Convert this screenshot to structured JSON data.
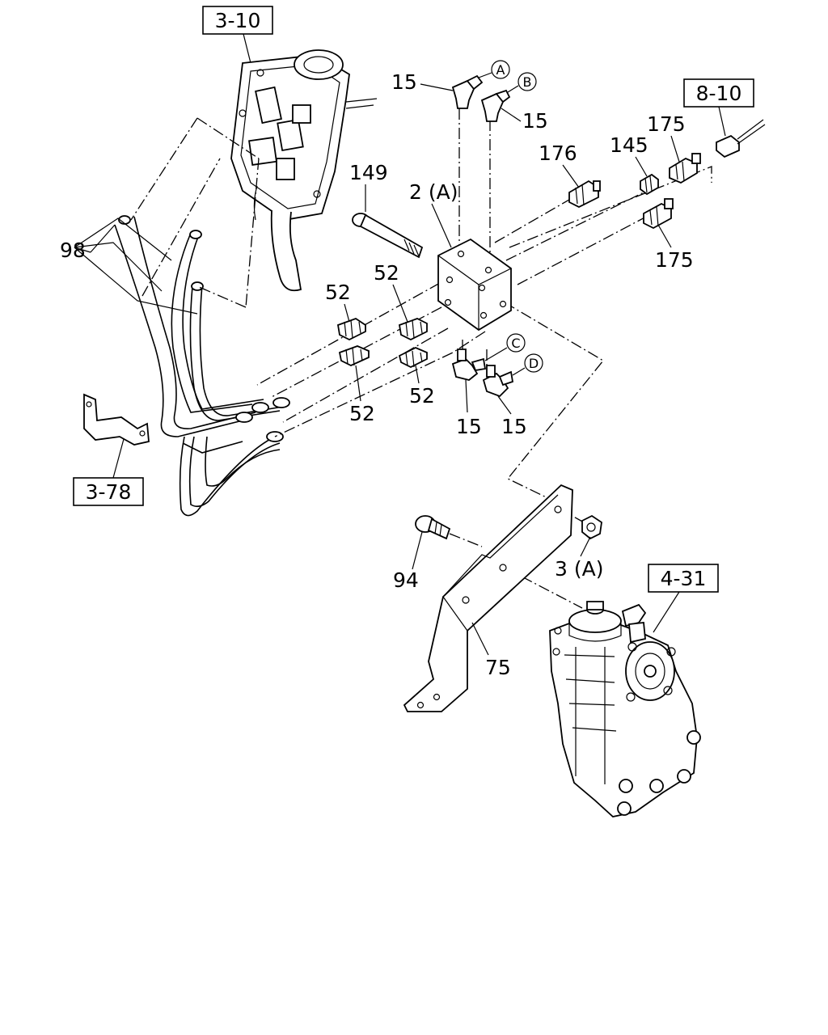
{
  "ref_boxes": {
    "r1": "3-10",
    "r2": "8-10",
    "r3": "3-78",
    "r4": "4-31"
  },
  "callouts": {
    "c15a": "15",
    "c15b": "15",
    "c15c": "15",
    "c15d": "15",
    "c2a": "2 (A)",
    "c149": "149",
    "c176": "176",
    "c145": "145",
    "c175a": "175",
    "c175b": "175",
    "c98": "98",
    "c52a": "52",
    "c52b": "52",
    "c52c": "52",
    "c52d": "52",
    "c94": "94",
    "c3a": "3 (A)",
    "c75": "75"
  },
  "circle_letters": {
    "a": "A",
    "b": "B",
    "c": "C",
    "d": "D"
  }
}
